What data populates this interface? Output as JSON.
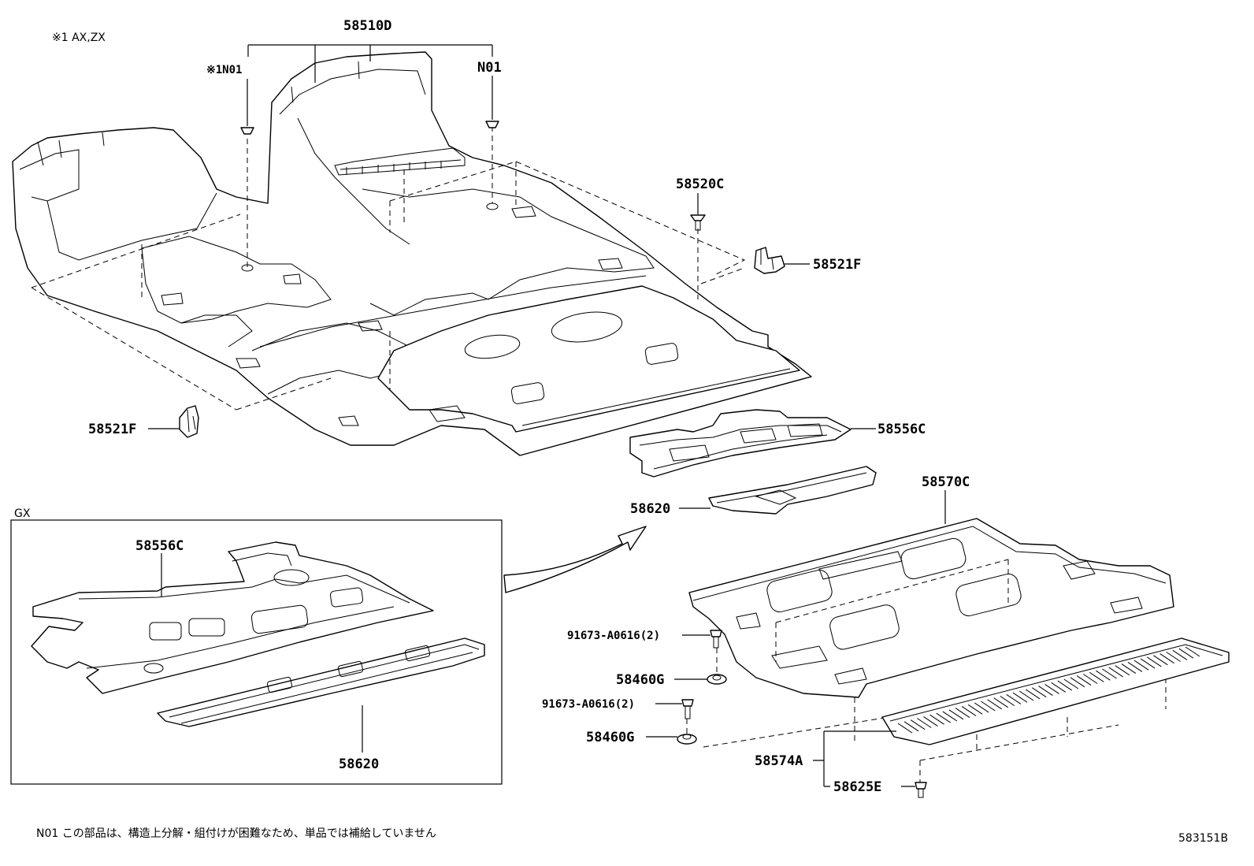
{
  "note_applicability": "※1 AX,ZX",
  "note_n01": "N01 この部品は、構造上分解・組付けが困難なため、単品では補給していません",
  "diagram_code": "583151B",
  "box_title": "GX",
  "labels": {
    "p58510D": "58510D",
    "n01_marked": "※1N01",
    "n01": "N01",
    "p58520C": "58520C",
    "p58521F_right": "58521F",
    "p58521F_left": "58521F",
    "p58556C_main": "58556C",
    "p58620_main": "58620",
    "p58570C": "58570C",
    "p91673_upper": "91673-A0616(2)",
    "p58460G_upper": "58460G",
    "p91673_lower": "91673-A0616(2)",
    "p58460G_lower": "58460G",
    "p58574A": "58574A",
    "p58625E": "58625E",
    "p58556C_gx": "58556C",
    "p58620_gx": "58620"
  }
}
